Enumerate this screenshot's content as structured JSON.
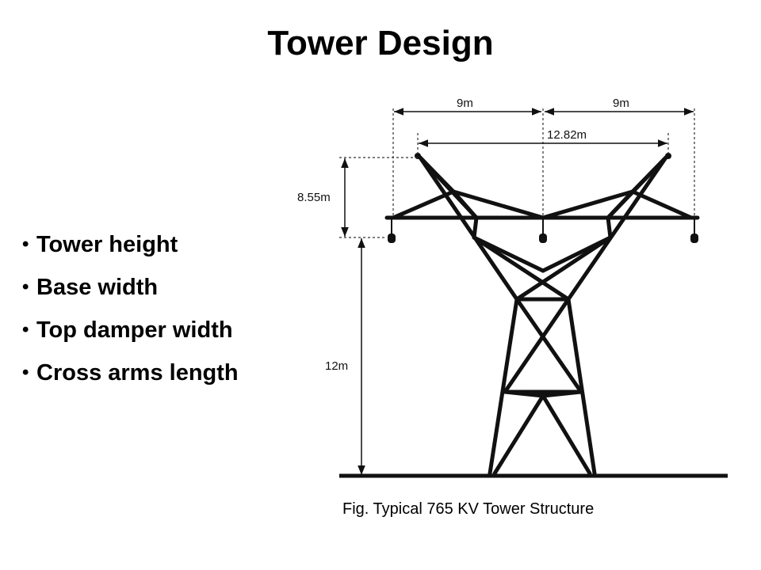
{
  "title": "Tower Design",
  "bullets": [
    {
      "label": "Tower height"
    },
    {
      "label": "Base width"
    },
    {
      "label": "Top damper width"
    },
    {
      "label": "Cross arms length"
    }
  ],
  "figure": {
    "caption": "Fig. Typical 765 KV Tower Structure",
    "dimensions": {
      "left_arm": "9m",
      "right_arm": "9m",
      "peak_span": "12.82m",
      "peak_height": "8.55m",
      "tower_height": "12m"
    }
  },
  "colors": {
    "background": "#ffffff",
    "text": "#000000",
    "structure": "#111111"
  }
}
